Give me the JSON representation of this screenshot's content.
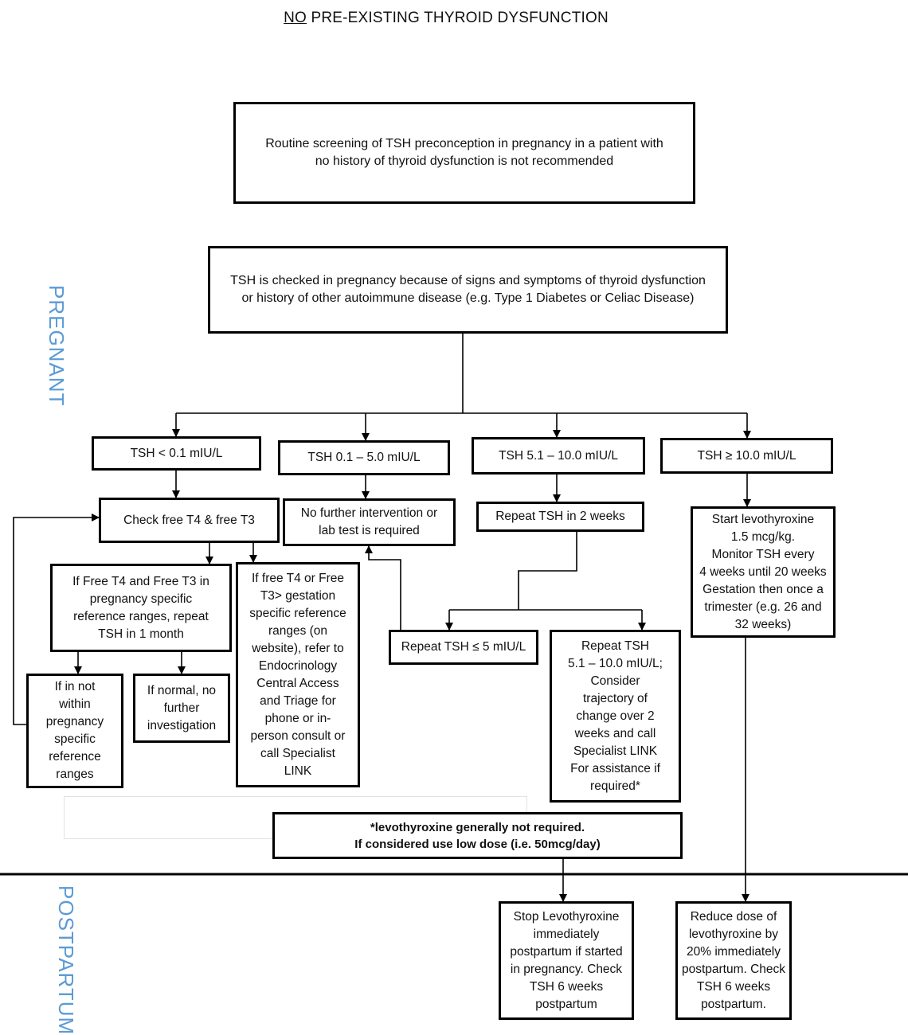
{
  "title_prefix": "NO",
  "title_rest": " PRE-EXISTING THYROID DYSFUNCTION",
  "side_labels": {
    "pregnant": "PREGNANT",
    "postpartum": "POSTPARTUM"
  },
  "colors": {
    "side_label": "#5b9bd5",
    "line": "#000000"
  },
  "nodes": {
    "routine": "Routine screening of TSH preconception in pregnancy in a patient with\nno history of thyroid dysfunction is not recommended",
    "checked": "TSH is checked in pregnancy because of signs and symptoms of thyroid dysfunction\nor history of other autoimmune disease (e.g. Type 1 Diabetes or Celiac Disease)",
    "tsh_lt_01": "TSH < 0.1 mIU/L",
    "tsh_01_50": "TSH 0.1 – 5.0 mIU/L",
    "tsh_51_100": "TSH 5.1 – 10.0 mIU/L",
    "tsh_ge_100": "TSH ≥ 10.0 mIU/L",
    "check_free": "Check free T4 & free T3",
    "no_further": "No further intervention or\nlab test is required",
    "repeat_2wk": "Repeat TSH in 2 weeks",
    "start_levo": "Start levothyroxine\n1.5 mcg/kg.\nMonitor TSH every\n4 weeks until 20 weeks\nGestation then once a\ntrimester (e.g. 26 and\n32 weeks)",
    "if_free_in_range": "If Free T4 and Free T3 in\npregnancy specific\nreference ranges, repeat\nTSH in 1 month",
    "if_free_gt": "If free T4 or Free\nT3> gestation\nspecific reference\nranges (on\nwebsite), refer to\nEndocrinology\nCentral Access\nand Triage for\nphone or in-\nperson consult or\ncall Specialist\nLINK",
    "repeat_le5": "Repeat TSH ≤ 5 mIU/L",
    "repeat_51_100": "Repeat TSH\n5.1 – 10.0 mIU/L;\nConsider\ntrajectory of\nchange over 2\nweeks and call\nSpecialist LINK\nFor assistance if\nrequired*",
    "if_not_within": "If in not\nwithin\npregnancy\nspecific\nreference\nranges",
    "if_normal": "If normal, no\nfurther\ninvestigation",
    "levo_note": "*levothyroxine generally not required.\nIf considered use low dose (i.e. 50mcg/day)",
    "stop_levo": "Stop Levothyroxine\nimmediately\npostpartum if started\nin pregnancy. Check\nTSH 6 weeks\npostpartum",
    "reduce_dose": "Reduce dose of\nlevothyroxine by\n20% immediately\npostpartum. Check\nTSH 6 weeks\npostpartum."
  }
}
